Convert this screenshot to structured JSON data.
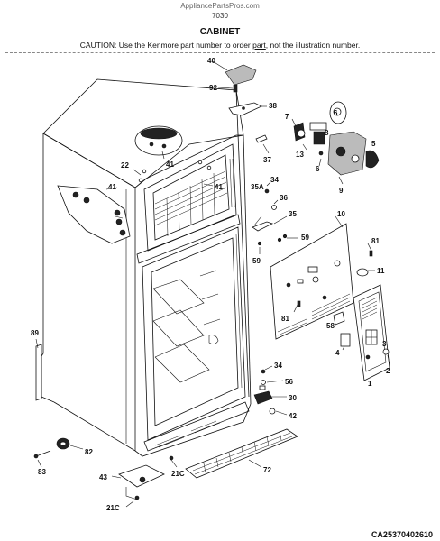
{
  "header": {
    "site": "AppliancePartsPros.com",
    "page_number": "7030",
    "title": "CABINET",
    "caution_prefix": "CAUTION: Use the Kenmore part number to order ",
    "caution_link": "part",
    "caution_suffix": ", not the illustration number."
  },
  "footer": {
    "diagram_code": "CA25370402610"
  },
  "callouts": [
    "40",
    "92",
    "38",
    "7",
    "6",
    "8",
    "5",
    "13",
    "6",
    "9",
    "37",
    "41",
    "22",
    "41",
    "41",
    "34",
    "35A",
    "36",
    "35",
    "10",
    "59",
    "59",
    "81",
    "11",
    "81",
    "58",
    "4",
    "3",
    "2",
    "1",
    "89",
    "34",
    "56",
    "30",
    "42",
    "82",
    "83",
    "43",
    "21C",
    "72",
    "21C"
  ]
}
